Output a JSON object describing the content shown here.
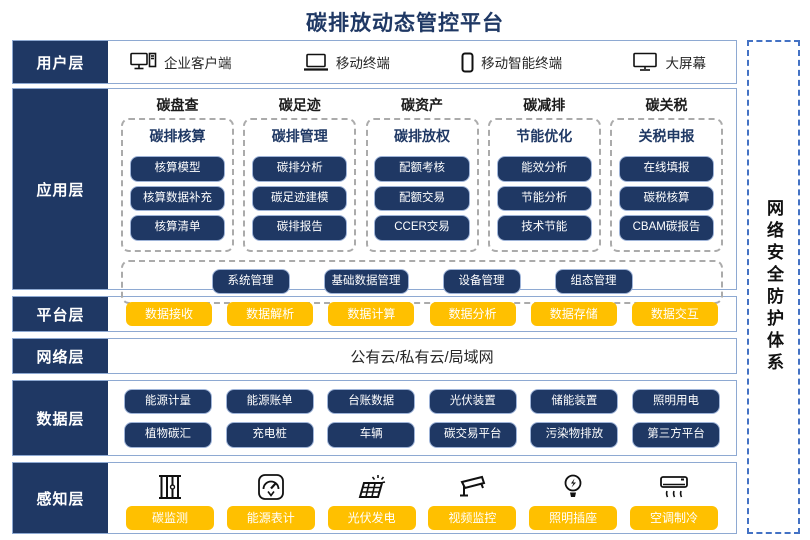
{
  "title": "碳排放动态管控平台",
  "colors": {
    "navy": "#1f3864",
    "yellow": "#ffc000",
    "layer_border": "#8ea9d2",
    "sidebar_border": "#4472c4"
  },
  "security_sidebar": {
    "label": "网络安全防护体系"
  },
  "layers": {
    "user": {
      "label": "用户层",
      "items": [
        {
          "icon": "desktop-pc-icon",
          "label": "企业客户端"
        },
        {
          "icon": "laptop-icon",
          "label": "移动终端"
        },
        {
          "icon": "smartphone-icon",
          "label": "移动智能终端"
        },
        {
          "icon": "big-screen-icon",
          "label": "大屏幕"
        }
      ]
    },
    "app": {
      "label": "应用层",
      "columns": [
        {
          "header": "碳盘查",
          "title": "碳排核算",
          "items": [
            "核算模型",
            "核算数据补充",
            "核算清单"
          ]
        },
        {
          "header": "碳足迹",
          "title": "碳排管理",
          "items": [
            "碳排分析",
            "碳足迹建模",
            "碳排报告"
          ]
        },
        {
          "header": "碳资产",
          "title": "碳排放权",
          "items": [
            "配额考核",
            "配额交易",
            "CCER交易"
          ]
        },
        {
          "header": "碳减排",
          "title": "节能优化",
          "items": [
            "能效分析",
            "节能分析",
            "技术节能"
          ]
        },
        {
          "header": "碳关税",
          "title": "关税申报",
          "items": [
            "在线填报",
            "碳税核算",
            "CBAM碳报告"
          ]
        }
      ],
      "common": [
        "系统管理",
        "基础数据管理",
        "设备管理",
        "组态管理"
      ]
    },
    "platform": {
      "label": "平台层",
      "items": [
        "数据接收",
        "数据解析",
        "数据计算",
        "数据分析",
        "数据存储",
        "数据交互"
      ]
    },
    "network": {
      "label": "网络层",
      "text": "公有云/私有云/局域网"
    },
    "data": {
      "label": "数据层",
      "rows": [
        [
          "能源计量",
          "能源账单",
          "台账数据",
          "光伏装置",
          "储能装置",
          "照明用电"
        ],
        [
          "植物碳汇",
          "充电桩",
          "车辆",
          "碳交易平台",
          "污染物排放",
          "第三方平台"
        ]
      ]
    },
    "sense": {
      "label": "感知层",
      "items": [
        {
          "icon": "carbon-monitor-icon",
          "label": "碳监测"
        },
        {
          "icon": "energy-meter-icon",
          "label": "能源表计"
        },
        {
          "icon": "solar-panel-icon",
          "label": "光伏发电"
        },
        {
          "icon": "cctv-camera-icon",
          "label": "视频监控"
        },
        {
          "icon": "light-bulb-icon",
          "label": "照明插座"
        },
        {
          "icon": "air-conditioner-icon",
          "label": "空调制冷"
        }
      ]
    }
  }
}
